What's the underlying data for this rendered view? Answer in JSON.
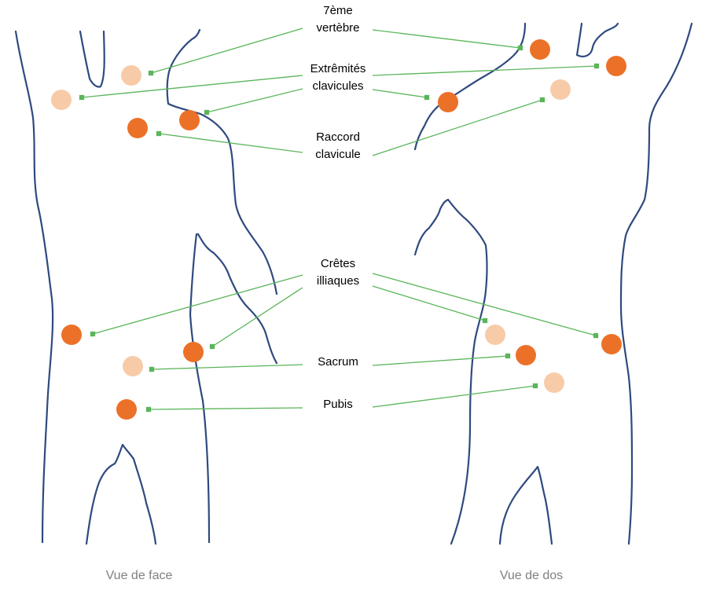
{
  "labels": {
    "vertebra": [
      "7ème",
      "vertèbre"
    ],
    "clavicle_ends": [
      "Extrêmités",
      "clavicules"
    ],
    "clavicle_joint": [
      "Raccord",
      "clavicule"
    ],
    "iliac_crests": [
      "Crêtes",
      "illiaques"
    ],
    "sacrum": [
      "Sacrum"
    ],
    "pubis": [
      "Pubis"
    ]
  },
  "captions": {
    "front": "Vue de face",
    "back": "Vue de dos"
  },
  "colors": {
    "outline": "#2F4A7F",
    "leader": "#5AB55A",
    "marker_dark": "#EC7128",
    "marker_light": "#F8CBA8",
    "caption": "#808080"
  },
  "markers": {
    "front": [
      {
        "landmark": "clavicle_ends",
        "shade": "light"
      },
      {
        "landmark": "clavicle_ends",
        "shade": "light"
      },
      {
        "landmark": "clavicle_ends",
        "shade": "dark"
      },
      {
        "landmark": "clavicle_joint",
        "shade": "dark"
      },
      {
        "landmark": "iliac_crests",
        "shade": "dark"
      },
      {
        "landmark": "iliac_crests",
        "shade": "dark"
      },
      {
        "landmark": "sacrum",
        "shade": "light"
      },
      {
        "landmark": "pubis",
        "shade": "dark"
      }
    ],
    "back": [
      {
        "landmark": "vertebra",
        "shade": "dark"
      },
      {
        "landmark": "clavicle_ends",
        "shade": "dark"
      },
      {
        "landmark": "clavicle_ends",
        "shade": "dark"
      },
      {
        "landmark": "clavicle_joint",
        "shade": "light"
      },
      {
        "landmark": "iliac_crests",
        "shade": "light"
      },
      {
        "landmark": "iliac_crests",
        "shade": "dark"
      },
      {
        "landmark": "sacrum",
        "shade": "dark"
      },
      {
        "landmark": "pubis",
        "shade": "light"
      }
    ]
  }
}
